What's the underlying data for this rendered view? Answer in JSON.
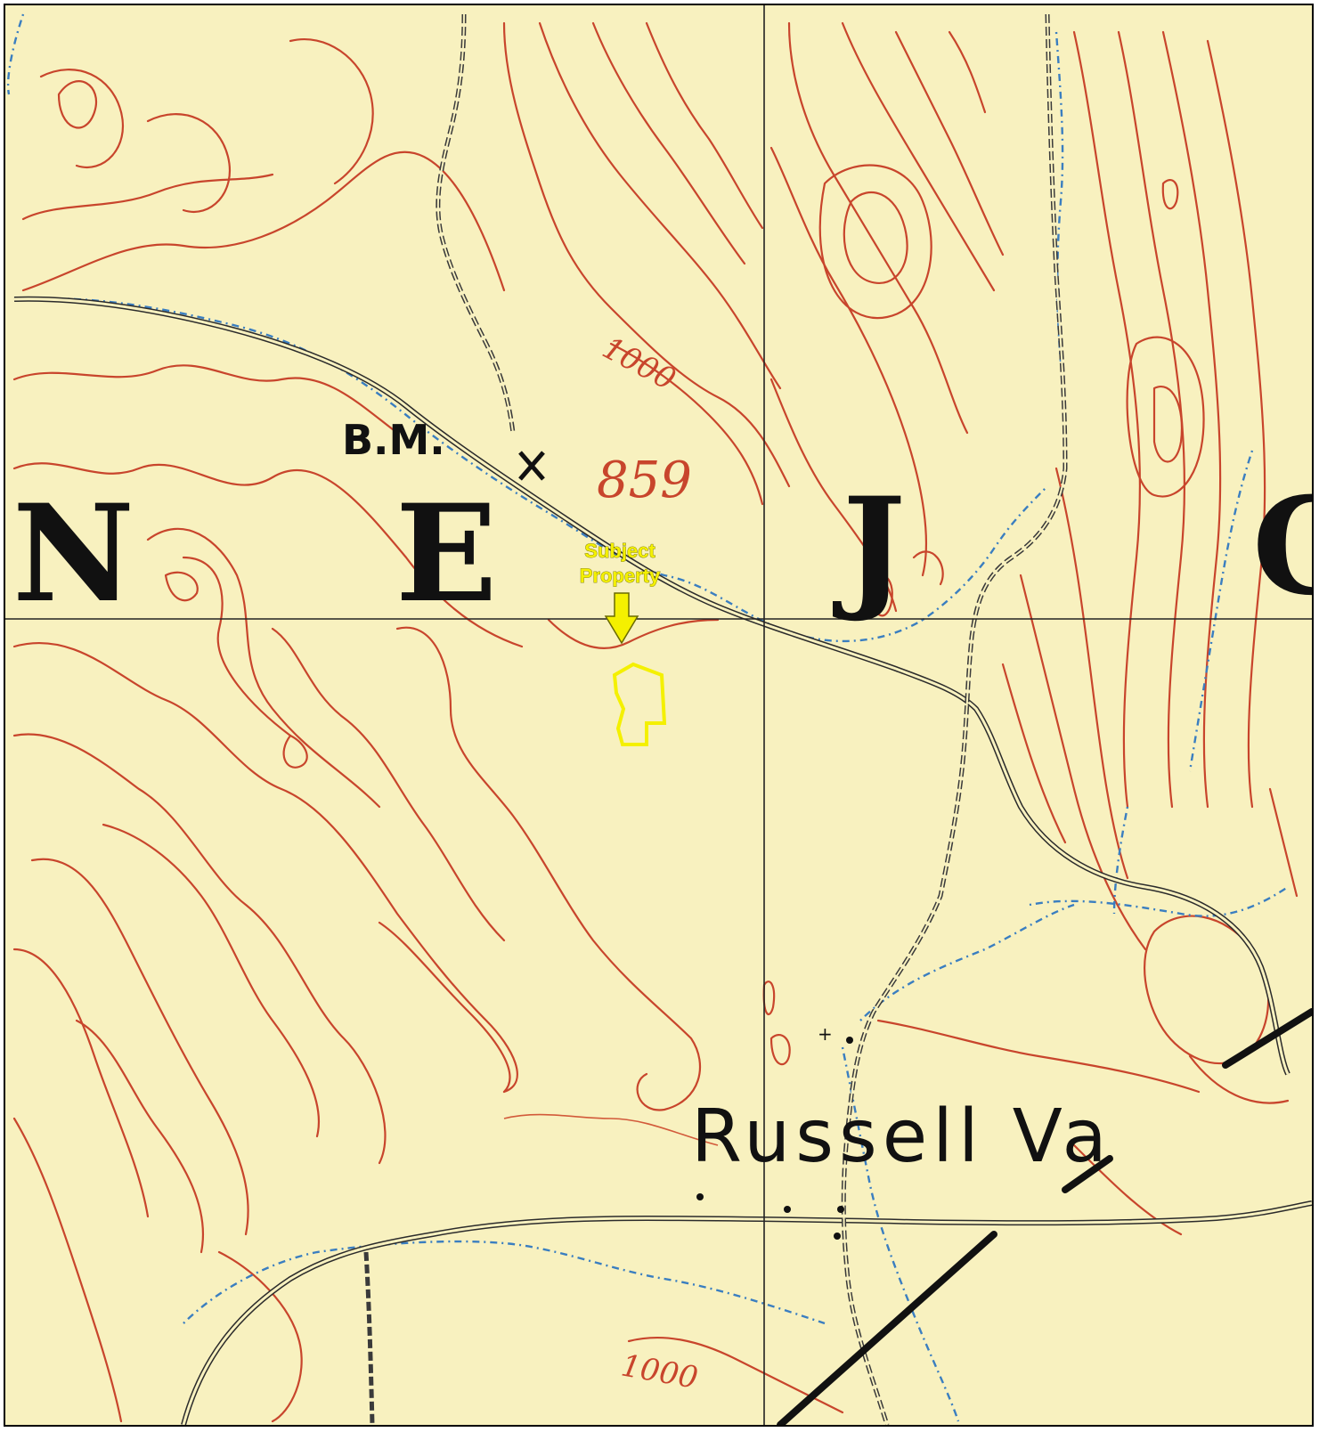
{
  "map": {
    "subject_label_line1": "Subject",
    "subject_label_line2": "Property",
    "benchmark_label": "B.M.",
    "benchmark_elevation": "859",
    "contour_label_upper": "1000",
    "contour_label_lower": "1000",
    "letter_1": "N",
    "letter_2": "E",
    "letter_3": "J",
    "letter_4": "C",
    "town_label": "Russell Va",
    "colors": {
      "paper": "#f8f1bf",
      "contour": "#c8452c",
      "stream": "#3a7ec0",
      "road": "#2b2b2b",
      "highlight": "#f4f000"
    },
    "icons": [
      "benchmark-x-icon",
      "subject-arrow-icon",
      "subject-parcel-outline"
    ]
  }
}
